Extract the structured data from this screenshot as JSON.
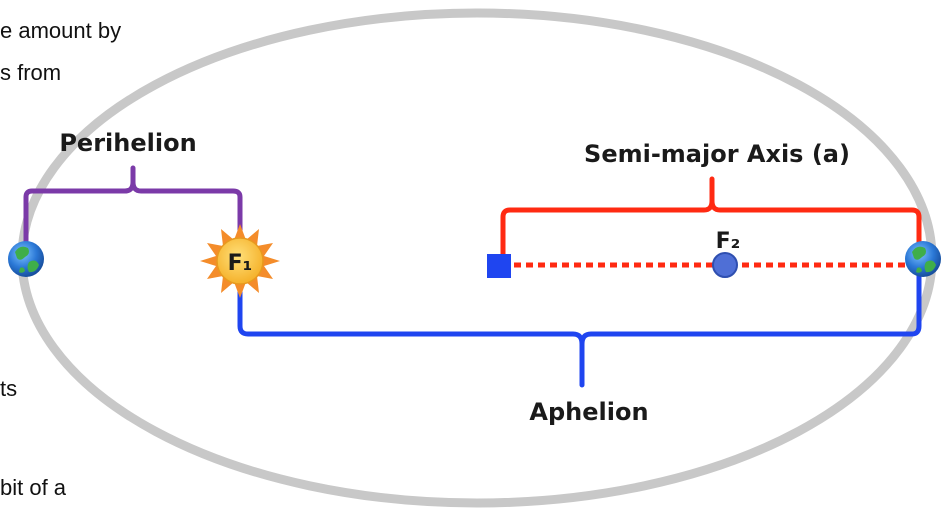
{
  "background_text": [
    "e amount by",
    "s from",
    "ts",
    "bit of a"
  ],
  "labels": {
    "perihelion": "Perihelion",
    "semi_major_axis": "Semi-major Axis (a)",
    "aphelion": "Aphelion",
    "focus_1": "F₁",
    "focus_2": "F₂"
  },
  "colors": {
    "orbit": "#c8c8c8",
    "perihelion_bracket": "#7b3aa8",
    "semi_major_bracket": "#ff2a12",
    "aphelion_bracket": "#1f45f0",
    "axis_line": "#ff2a12",
    "center_marker": "#1f45f0",
    "focus_2": "#4f6fd6",
    "sun": "#f7b52c",
    "sun_rays": "#f48c2a"
  },
  "icons": {
    "planet": "earth-icon",
    "star": "sun-icon"
  }
}
